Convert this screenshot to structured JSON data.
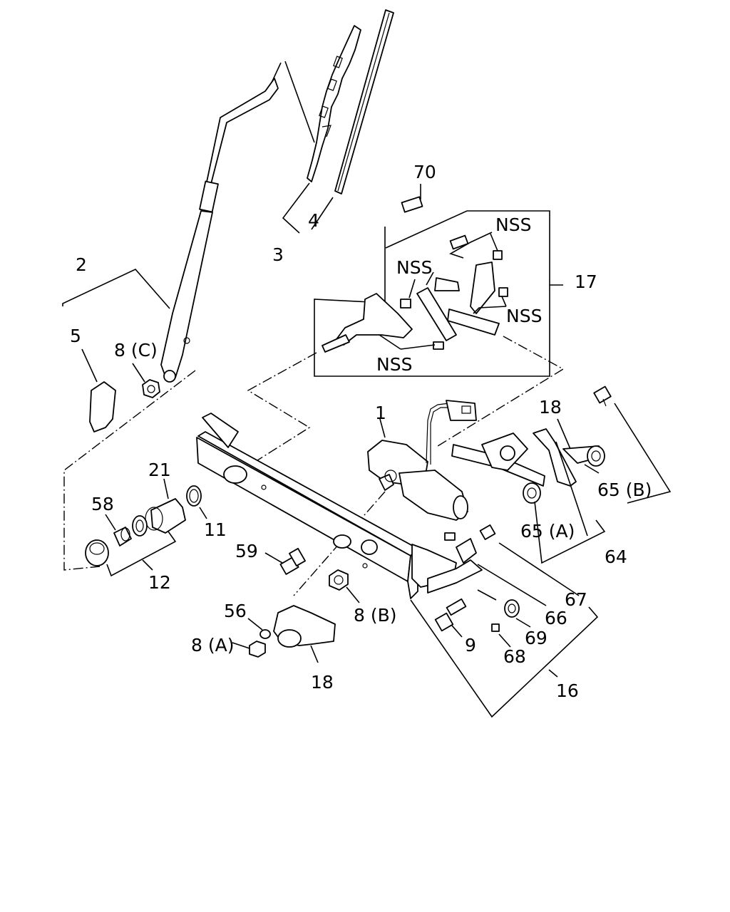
{
  "labels": {
    "l70": "70",
    "l4": "4",
    "l3": "3",
    "l2": "2",
    "l5": "5",
    "l8c": "8 (C)",
    "nss_top": "NSS",
    "nss_mid": "NSS",
    "nss_right": "NSS",
    "nss_bottom": "NSS",
    "l17": "17",
    "l1": "1",
    "l18_top": "18",
    "l21": "21",
    "l58": "58",
    "l11": "11",
    "l12": "12",
    "l59": "59",
    "l65b": "65 (B)",
    "l65a": "65 (A)",
    "l64": "64",
    "l67": "67",
    "l66": "66",
    "l8b": "8 (B)",
    "l56": "56",
    "l8a": "8 (A)",
    "l69": "69",
    "l9": "9",
    "l68": "68",
    "l16": "16",
    "l18_bottom": "18"
  }
}
